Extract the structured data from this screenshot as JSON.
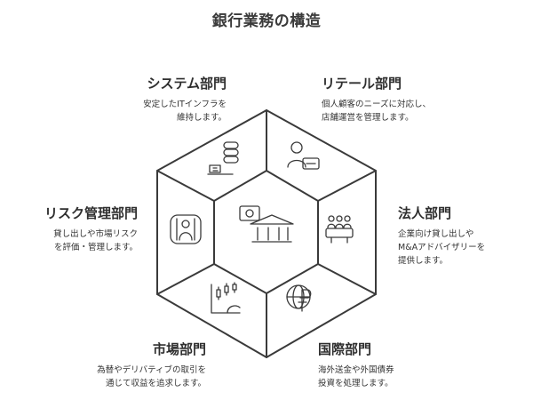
{
  "title": "銀行業務の構造",
  "departments": {
    "system": {
      "name": "システム部門",
      "desc": [
        "安定したITインフラを",
        "維持します。"
      ],
      "icon": "server-icon"
    },
    "retail": {
      "name": "リテール部門",
      "desc": [
        "個人顧客のニーズに対応し、",
        "店舗運営を管理します。"
      ],
      "icon": "customer-icon"
    },
    "corporate": {
      "name": "法人部門",
      "desc": [
        "企業向け貸し出しや",
        "M&Aアドバイザリーを",
        "提供します。"
      ],
      "icon": "meeting-icon"
    },
    "international": {
      "name": "国際部門",
      "desc": [
        "海外送金や外国債券",
        "投資を処理します。"
      ],
      "icon": "globe-currency-icon"
    },
    "market": {
      "name": "市場部門",
      "desc": [
        "為替やデリバティブの取引を",
        "通じて収益を追求します。"
      ],
      "icon": "candlestick-chart-icon"
    },
    "risk": {
      "name": "リスク管理部門",
      "desc": [
        "貸し出しや市場リスク",
        "を評価・管理します。"
      ],
      "icon": "risk-shield-icon"
    }
  },
  "center": {
    "icon": "bank-icon"
  }
}
